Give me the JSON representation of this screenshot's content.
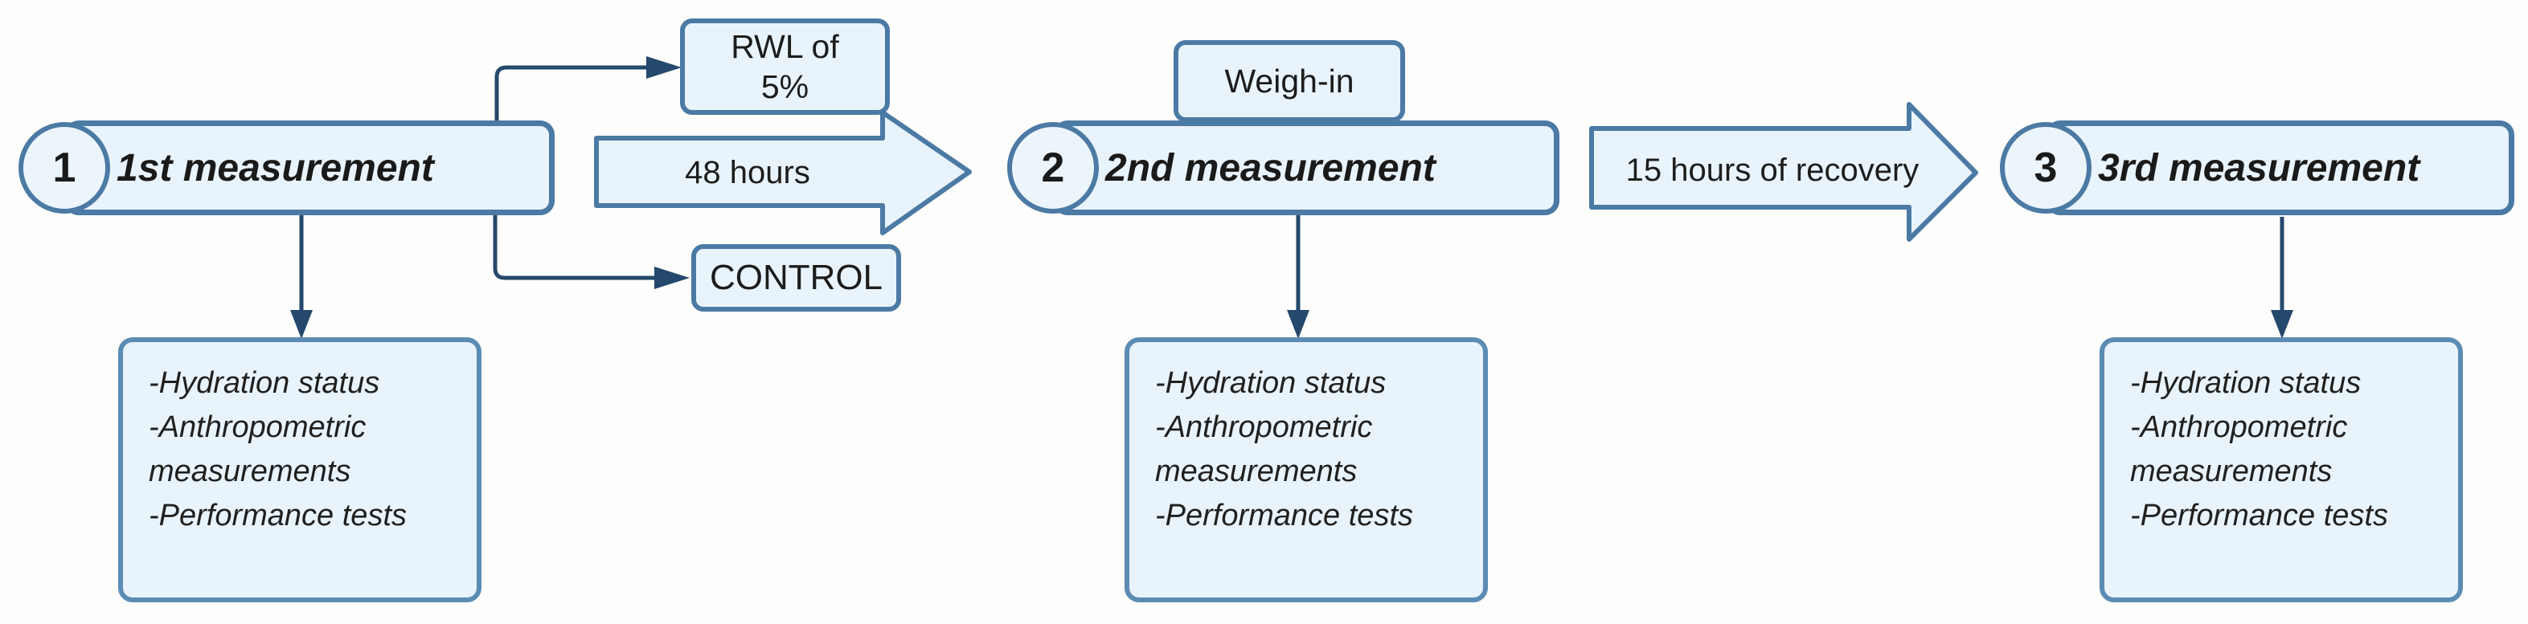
{
  "diagram": {
    "type": "study-design-flowchart",
    "stages": [
      {
        "number": "1",
        "title": "1st measurement"
      },
      {
        "number": "2",
        "title": "2nd measurement"
      },
      {
        "number": "3",
        "title": "3rd measurement"
      }
    ],
    "branches": {
      "rwl": {
        "line1": "RWL of",
        "line2": "5%"
      },
      "control": {
        "label": "CONTROL"
      }
    },
    "weigh_in": {
      "label": "Weigh-in"
    },
    "transition_arrows": [
      {
        "label": "48 hours"
      },
      {
        "label": "15 hours of recovery"
      }
    ],
    "details": {
      "items": [
        "-Hydration status",
        "-Anthropometric measurements",
        "-Performance tests"
      ]
    },
    "colors": {
      "box_border": "#4b7aa4",
      "detail_border": "#5b8cb4",
      "box_fill": "#e9f3fb",
      "connector": "#25486d",
      "text": "#1a1a1a",
      "background": "#fdfdfb"
    }
  }
}
